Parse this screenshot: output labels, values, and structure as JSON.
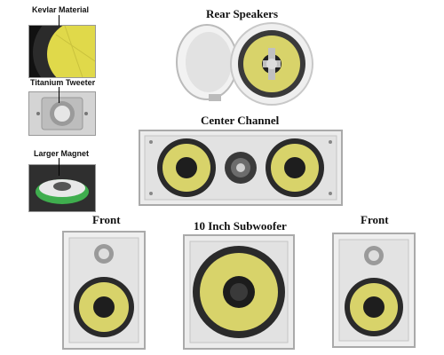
{
  "labels": {
    "kevlar": "Kevlar Material",
    "tweeter": "Titanium Tweeter",
    "magnet": "Larger Magnet",
    "rear": "Rear Speakers",
    "center": "Center Channel",
    "front_left": "Front",
    "subwoofer": "10 Inch Subwoofer",
    "front_right": "Front"
  },
  "colors": {
    "cone": "#d8d36a",
    "frame": "#e8e8e8",
    "dark": "#1a1a1a"
  }
}
